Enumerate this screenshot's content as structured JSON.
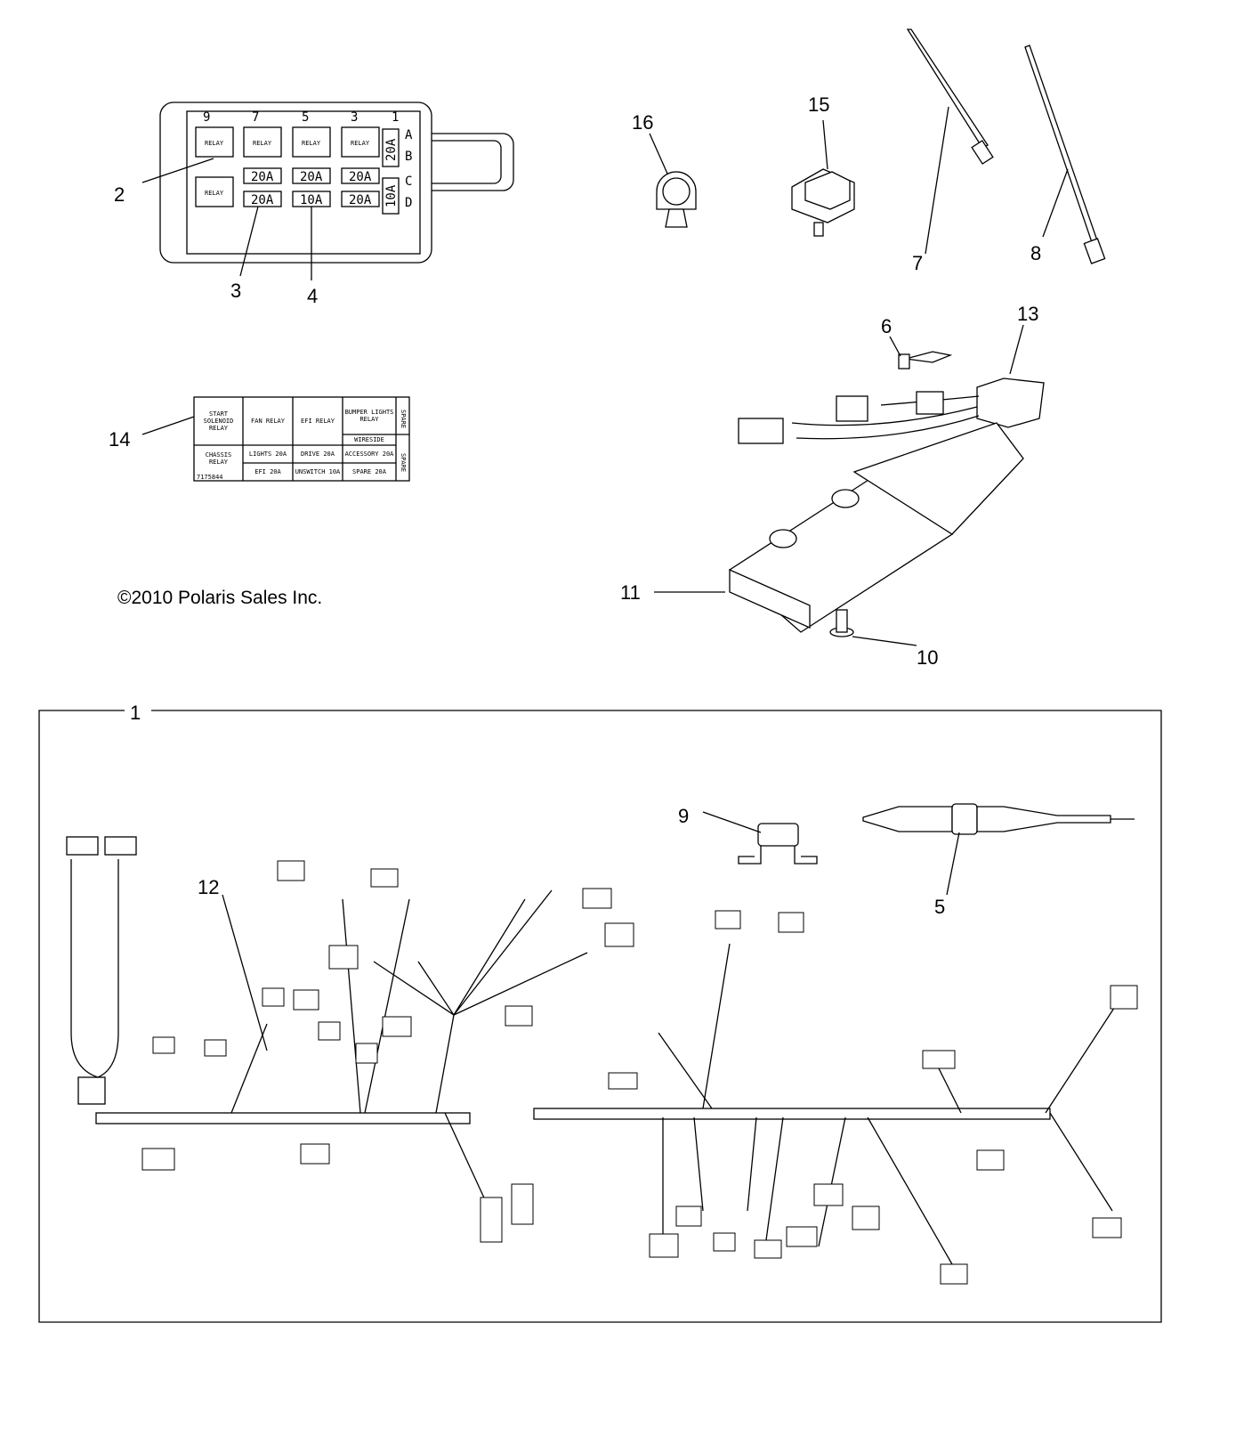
{
  "copyright": "©2010 Polaris Sales Inc.",
  "callouts": {
    "c1": "1",
    "c2": "2",
    "c3": "3",
    "c4": "4",
    "c5": "5",
    "c6": "6",
    "c7": "7",
    "c8": "8",
    "c9": "9",
    "c10": "10",
    "c11": "11",
    "c12": "12",
    "c13": "13",
    "c14": "14",
    "c15": "15",
    "c16": "16"
  },
  "fuse_box": {
    "slot_numbers": [
      "9",
      "7",
      "5",
      "3",
      "1"
    ],
    "row_letters": [
      "A",
      "B",
      "C",
      "D"
    ],
    "relay_label": "RELAY",
    "fuses_row1": [
      "20A",
      "20A",
      "20A"
    ],
    "fuses_row2": [
      "20A",
      "10A",
      "20A"
    ],
    "side_fuses": [
      "20A",
      "10A"
    ]
  },
  "fuse_label": {
    "top": [
      "START SOLENOID RELAY",
      "FAN RELAY",
      "EFI RELAY",
      "BUMPER LIGHTS RELAY"
    ],
    "wireside": "WIRESIDE",
    "spare_side": "SPARE",
    "chassis": "CHASSIS RELAY",
    "mid": [
      "LIGHTS 20A",
      "DRIVE 20A",
      "ACCESSORY 20A"
    ],
    "bottom": [
      "EFI 20A",
      "UNSWITCH 10A",
      "SPARE 20A"
    ],
    "part_no": "7175844"
  }
}
